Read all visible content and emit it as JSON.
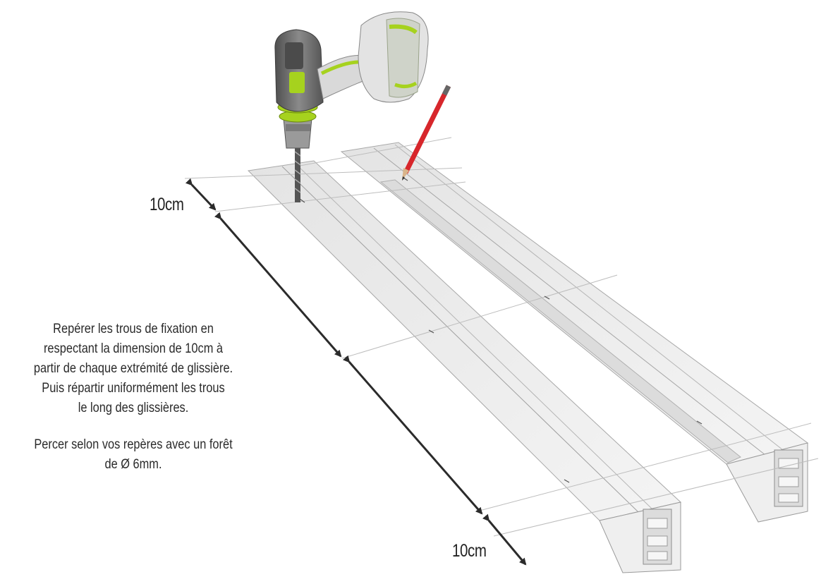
{
  "dimensions": {
    "top_label": "10cm",
    "bottom_label": "10cm"
  },
  "instructions": {
    "paragraph1": [
      "Repérer les trous de fixation en",
      "respectant la dimension de 10cm à",
      "partir de chaque extrémité de glissière.",
      "Puis répartir uniformément les trous",
      "le long des glissières."
    ],
    "paragraph2": [
      "Percer selon vos repères avec un forêt",
      "de Ø 6mm."
    ]
  },
  "colors": {
    "rail": "#ebebeb",
    "rail_edge": "#9a9a9a",
    "drill_body": "#6e6e6e",
    "drill_accent": "#a6d21e",
    "pencil": "#d7262b",
    "arrow": "#2b2b2b"
  },
  "icons": {
    "drill": "cordless-drill-icon",
    "pencil": "pencil-icon"
  }
}
